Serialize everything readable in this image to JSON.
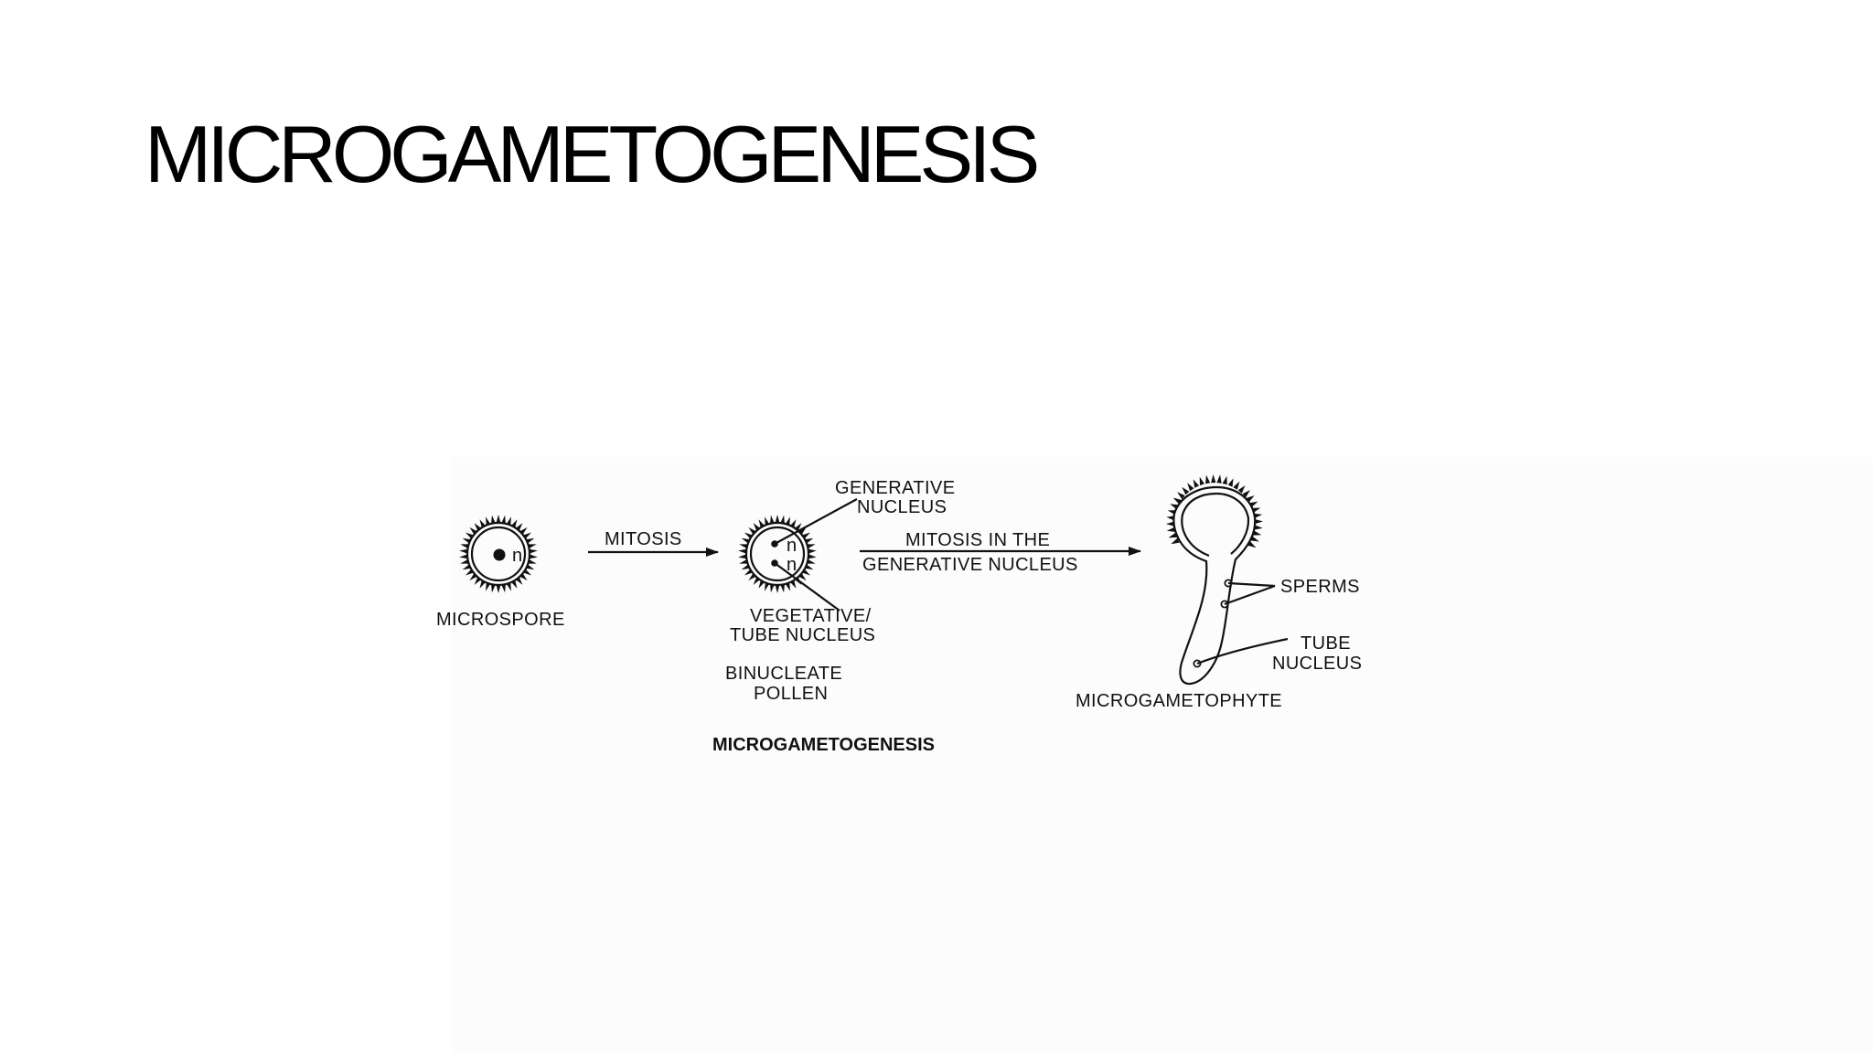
{
  "slide": {
    "title": "MICROGAMETOGENESIS"
  },
  "diagram": {
    "caption": "MICROGAMETOGENESIS",
    "stages": [
      {
        "label": "MICROSPORE",
        "nucleus_label": "n"
      },
      {
        "label_lines": [
          "BINUCLEATE",
          "POLLEN"
        ],
        "nucleus_labels": [
          "n",
          "n"
        ]
      },
      {
        "label": "MICROGAMETOPHYTE"
      }
    ],
    "arrows": [
      {
        "label": "MITOSIS"
      },
      {
        "label_lines": [
          "MITOSIS IN THE",
          "GENERATIVE NUCLEUS"
        ]
      }
    ],
    "callouts": {
      "generative_nucleus": [
        "GENERATIVE",
        "NUCLEUS"
      ],
      "vegetative_tube_nucleus": [
        "VEGETATIVE/",
        "TUBE NUCLEUS"
      ],
      "sperms": "SPERMS",
      "tube_nucleus": [
        "TUBE",
        "NUCLEUS"
      ]
    }
  }
}
